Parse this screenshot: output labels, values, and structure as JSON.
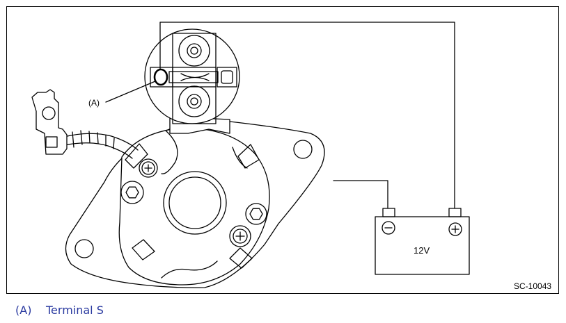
{
  "diagram": {
    "figure_id": "SC-10043",
    "callout_label": "(A)",
    "battery": {
      "voltage_label": "12V",
      "negative_symbol": "minus-terminal",
      "positive_symbol": "plus-terminal"
    }
  },
  "legend": [
    {
      "tag": "(A)",
      "text": "Terminal S"
    }
  ],
  "colors": {
    "line": "#000000",
    "caption": "#2a3aa0",
    "background": "#ffffff"
  }
}
